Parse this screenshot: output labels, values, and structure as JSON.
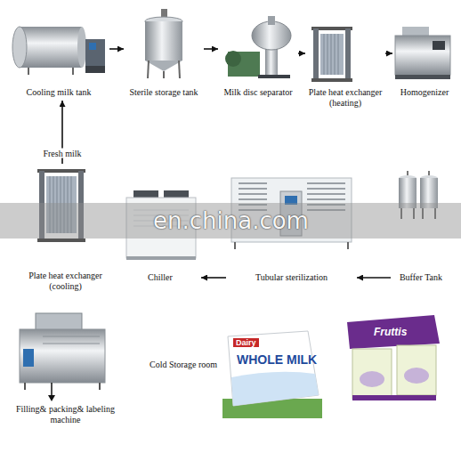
{
  "diagram": {
    "nodes": [
      {
        "text": [
          "Cooling milk tank"
        ]
      },
      {
        "text": [
          "Sterile storage tank"
        ]
      },
      {
        "text": [
          "Milk disc separator"
        ]
      },
      {
        "text": [
          "Plate heat exchanger (heating)"
        ]
      },
      {
        "text": [
          "Homogenizer"
        ]
      },
      {
        "text": [
          "Plate heat exchanger (cooling)"
        ]
      },
      {
        "text": [
          "Chiller"
        ]
      },
      {
        "text": [
          "Tubular sterilization"
        ]
      },
      {
        "text": [
          "Buffer Tank"
        ]
      },
      {
        "text": [
          "Filling& packing& labeling machine"
        ]
      }
    ],
    "edges": [
      {
        "from": 0,
        "to": 1,
        "arrow": "to"
      },
      {
        "from": 1,
        "to": 2,
        "arrow": "to"
      },
      {
        "from": 2,
        "to": 3,
        "arrow": "to"
      },
      {
        "from": 3,
        "to": 4,
        "arrow": "to"
      },
      {
        "from": 8,
        "to": 7,
        "arrow": "to"
      },
      {
        "from": 7,
        "to": 6,
        "arrow": "to"
      },
      {
        "from": 5,
        "to": 0,
        "label": "Fresh milk",
        "arrow": "to"
      }
    ],
    "labels": [
      "Cold Storage room",
      "en.china.com",
      "Dairy",
      "WHOLE MILK",
      "Fruttis"
    ]
  }
}
